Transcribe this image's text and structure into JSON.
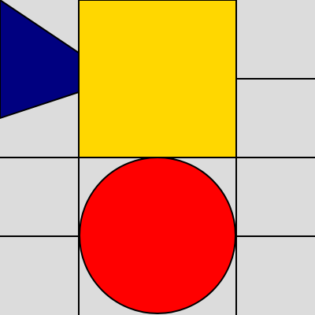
{
  "colors": {
    "background": "#dcdcdc",
    "grid_line": "#000000",
    "triangle": "#000080",
    "square": "#ffd700",
    "circle": "#ff0000",
    "outline": "#000000"
  },
  "shapes": [
    {
      "kind": "triangle",
      "color_key": "triangle",
      "direction": "pointing-right"
    },
    {
      "kind": "square",
      "color_key": "square"
    },
    {
      "kind": "circle",
      "color_key": "circle"
    }
  ]
}
